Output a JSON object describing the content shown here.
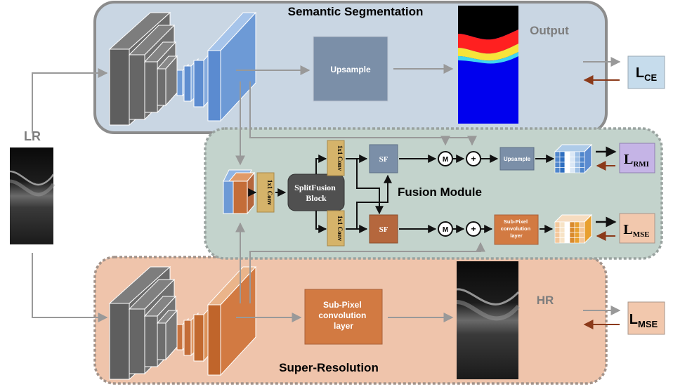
{
  "sections": {
    "semantic": "Semantic Segmentation",
    "fusion": "Fusion Module",
    "super_resolution": "Super-Resolution"
  },
  "labels": {
    "lr": "LR",
    "output": "Output",
    "hr": "HR",
    "upsample_main": "Upsample",
    "upsample_small": "Upsample",
    "subpixel_main": [
      "Sub-Pixel",
      "convolution",
      "layer"
    ],
    "subpixel_small": [
      "Sub-Pixel",
      "convolution",
      "layer"
    ],
    "splitfusion": [
      "SplitFusion",
      "Block"
    ],
    "conv_1x1": "1x1 Conv",
    "sf": "SF",
    "m": "M",
    "plus": "+"
  },
  "losses": {
    "ce": {
      "main": "L",
      "sub": "CE"
    },
    "rmi": {
      "main": "L",
      "sub": "RMI"
    },
    "mse_fusion": {
      "main": "L",
      "sub": "MSE"
    },
    "mse_sr": {
      "main": "L",
      "sub": "MSE"
    }
  },
  "colors": {
    "semantic_bg": "#c9d6e3",
    "semantic_border": "#8c8c8c",
    "fusion_bg": "#c3d3cc",
    "fusion_border": "#9aa3a0",
    "sr_bg": "#efc4ab",
    "sr_border": "#a3938a",
    "upsample_box": "#7b8fa8",
    "subpixel_box": "#d27a42",
    "conv_box": "#d5b36a",
    "sf_blue": "#7b8fa8",
    "sf_orange": "#b5673d",
    "splitfusion_box": "#505050",
    "loss_ce": "#c6dcec",
    "loss_rmi": "#c5b4e6",
    "loss_mse": "#f2c8ad",
    "feedback_arrow": "#8b3a1a"
  }
}
